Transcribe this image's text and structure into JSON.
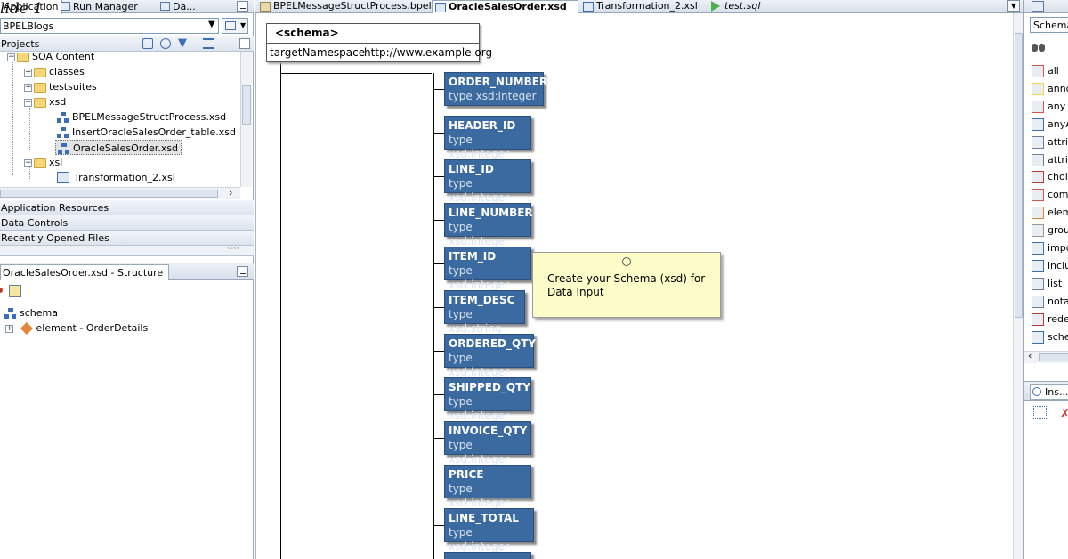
{
  "left": {
    "top_tabs": [
      "Application",
      "Run Manager",
      "Da..."
    ],
    "overlay_text": "lide 1",
    "app_combo": "BPELBlogs",
    "projects_label": "Projects",
    "tree": [
      {
        "label": "SOA Content",
        "kind": "folder",
        "expander": "−",
        "indent": 0
      },
      {
        "label": "classes",
        "kind": "folder",
        "expander": "+",
        "indent": 1
      },
      {
        "label": "testsuites",
        "kind": "folder",
        "expander": "+",
        "indent": 1
      },
      {
        "label": "xsd",
        "kind": "folder",
        "expander": "−",
        "indent": 1
      },
      {
        "label": "BPELMessageStructProcess.xsd",
        "kind": "xsd",
        "expander": "",
        "indent": 2
      },
      {
        "label": "InsertOracleSalesOrder_table.xsd",
        "kind": "xsd",
        "expander": "",
        "indent": 2
      },
      {
        "label": "OracleSalesOrder.xsd",
        "kind": "xsd",
        "expander": "",
        "indent": 2,
        "selected": true
      },
      {
        "label": "xsl",
        "kind": "folder",
        "expander": "−",
        "indent": 1
      },
      {
        "label": "Transformation_2.xsl",
        "kind": "xsl",
        "expander": "",
        "indent": 2
      }
    ],
    "accordion": [
      "Application Resources",
      "Data Controls",
      "Recently Opened Files"
    ],
    "structure_tab": "OracleSalesOrder.xsd - Structure",
    "structure_tree": [
      {
        "label": "schema",
        "expander": ""
      },
      {
        "label": "element - OrderDetails",
        "expander": "+"
      }
    ]
  },
  "editor": {
    "tabs": [
      {
        "label": "BPELMessageStructProcess.bpel",
        "active": false,
        "italic": false
      },
      {
        "label": "OracleSalesOrder.xsd",
        "active": true,
        "italic": false
      },
      {
        "label": "Transformation_2.xsl",
        "active": false,
        "italic": false
      },
      {
        "label": "test.sql",
        "active": false,
        "italic": true
      }
    ],
    "schema": {
      "title": "<schema>",
      "attr_name": "targetNamespace",
      "attr_value": "http://www.example.org"
    },
    "elements": [
      {
        "name": "ORDER_NUMBER",
        "type": "type xsd:integer"
      },
      {
        "name": "HEADER_ID",
        "type": "type xsd:integer"
      },
      {
        "name": "LINE_ID",
        "type": "type xsd:integer"
      },
      {
        "name": "LINE_NUMBER",
        "type": "type xsd:integer"
      },
      {
        "name": "ITEM_ID",
        "type": "type xsd:integer"
      },
      {
        "name": "ITEM_DESC",
        "type": "type xsd:string"
      },
      {
        "name": "ORDERED_QTY",
        "type": "type xsd:integer"
      },
      {
        "name": "SHIPPED_QTY",
        "type": "type xsd:integer"
      },
      {
        "name": "INVOICE_QTY",
        "type": "type xsd:integer"
      },
      {
        "name": "PRICE",
        "type": "type xsd:integer"
      },
      {
        "name": "LINE_TOTAL",
        "type": "type xsd:integer"
      }
    ],
    "tooltip": "Create your Schema (xsd) for Data Input"
  },
  "palette": {
    "combo": "Schema",
    "items": [
      "all",
      "anno",
      "any",
      "anyA",
      "attri",
      "attri",
      "choic",
      "comp",
      "elem",
      "grou",
      "impo",
      "inclu",
      "list",
      "nota",
      "rede",
      "sche"
    ],
    "bottom_tab": "Ins..."
  },
  "colors": {
    "element_fill": "#3b6aa0",
    "tooltip_fill": "#fdfdc9",
    "tab_gradient_top": "#eef2f8"
  }
}
